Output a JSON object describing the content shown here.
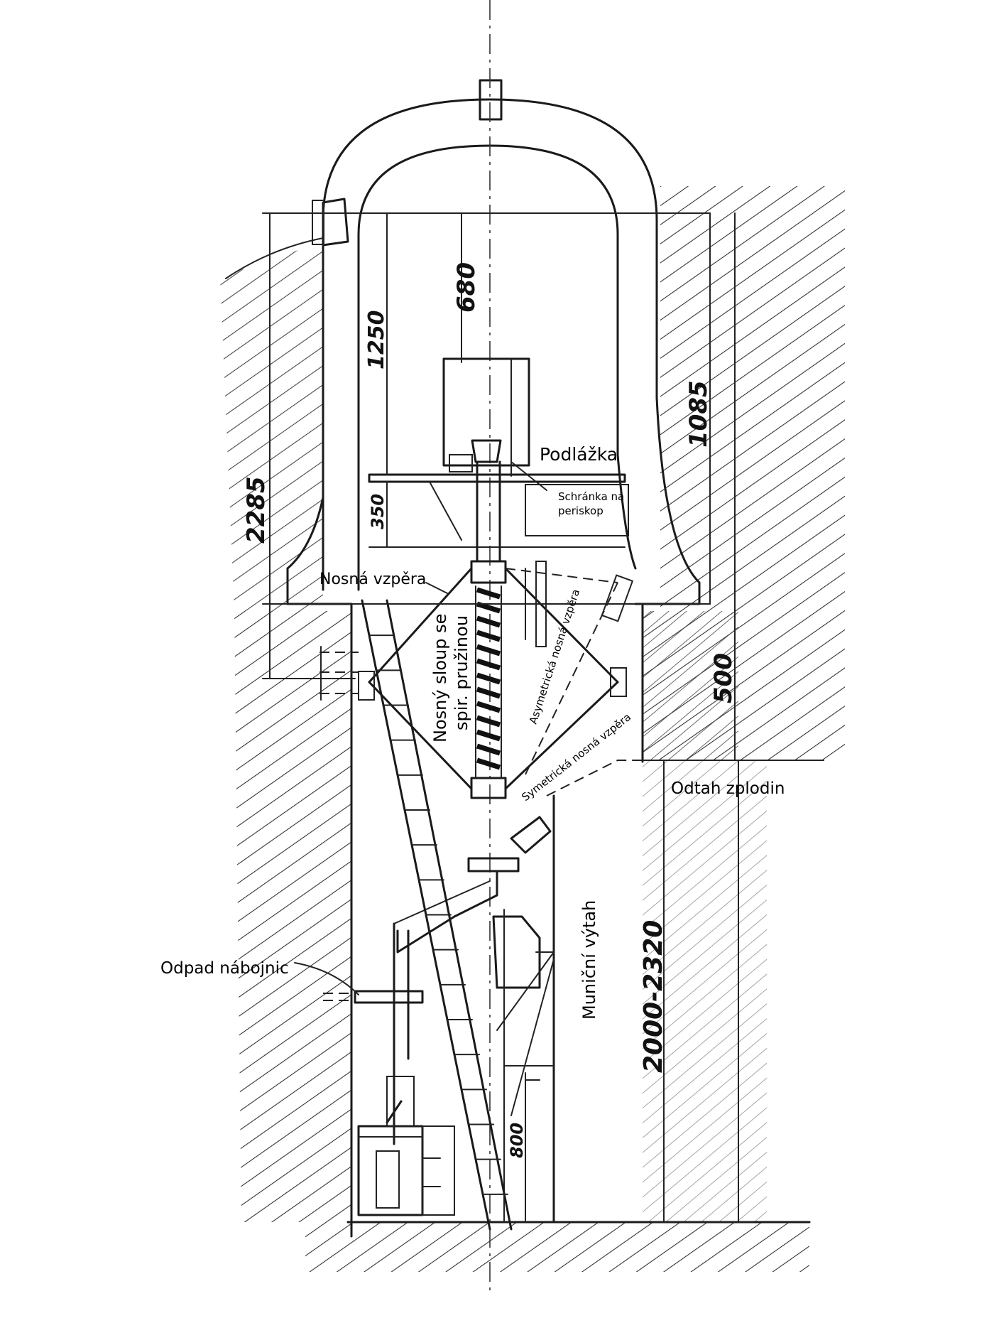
{
  "labels": {
    "podlazka": "Podlážka",
    "schranka_line1": "Schránka na",
    "schranka_line2": "periskop",
    "nosna_vzpera": "Nosná vzpěra",
    "nosny_sloup_line1": "Nosný sloup se",
    "nosny_sloup_line2": "spir. pružinou",
    "asym_vzpera": "Asymetrická nosná vzpěra",
    "sym_vzpera": "Symetrická nosná vzpěra",
    "odtah_zplodin": "Odtah zplodin",
    "municni_vytah": "Muniční výtah",
    "odpad_nabojnic": "Odpad nábojnic"
  },
  "dimensions": {
    "d680": "680",
    "d1250": "1250",
    "d1085": "1085",
    "d2285": "2285",
    "d350": "350",
    "d500": "500",
    "d2000_2320": "2000-2320",
    "d800": "800"
  }
}
